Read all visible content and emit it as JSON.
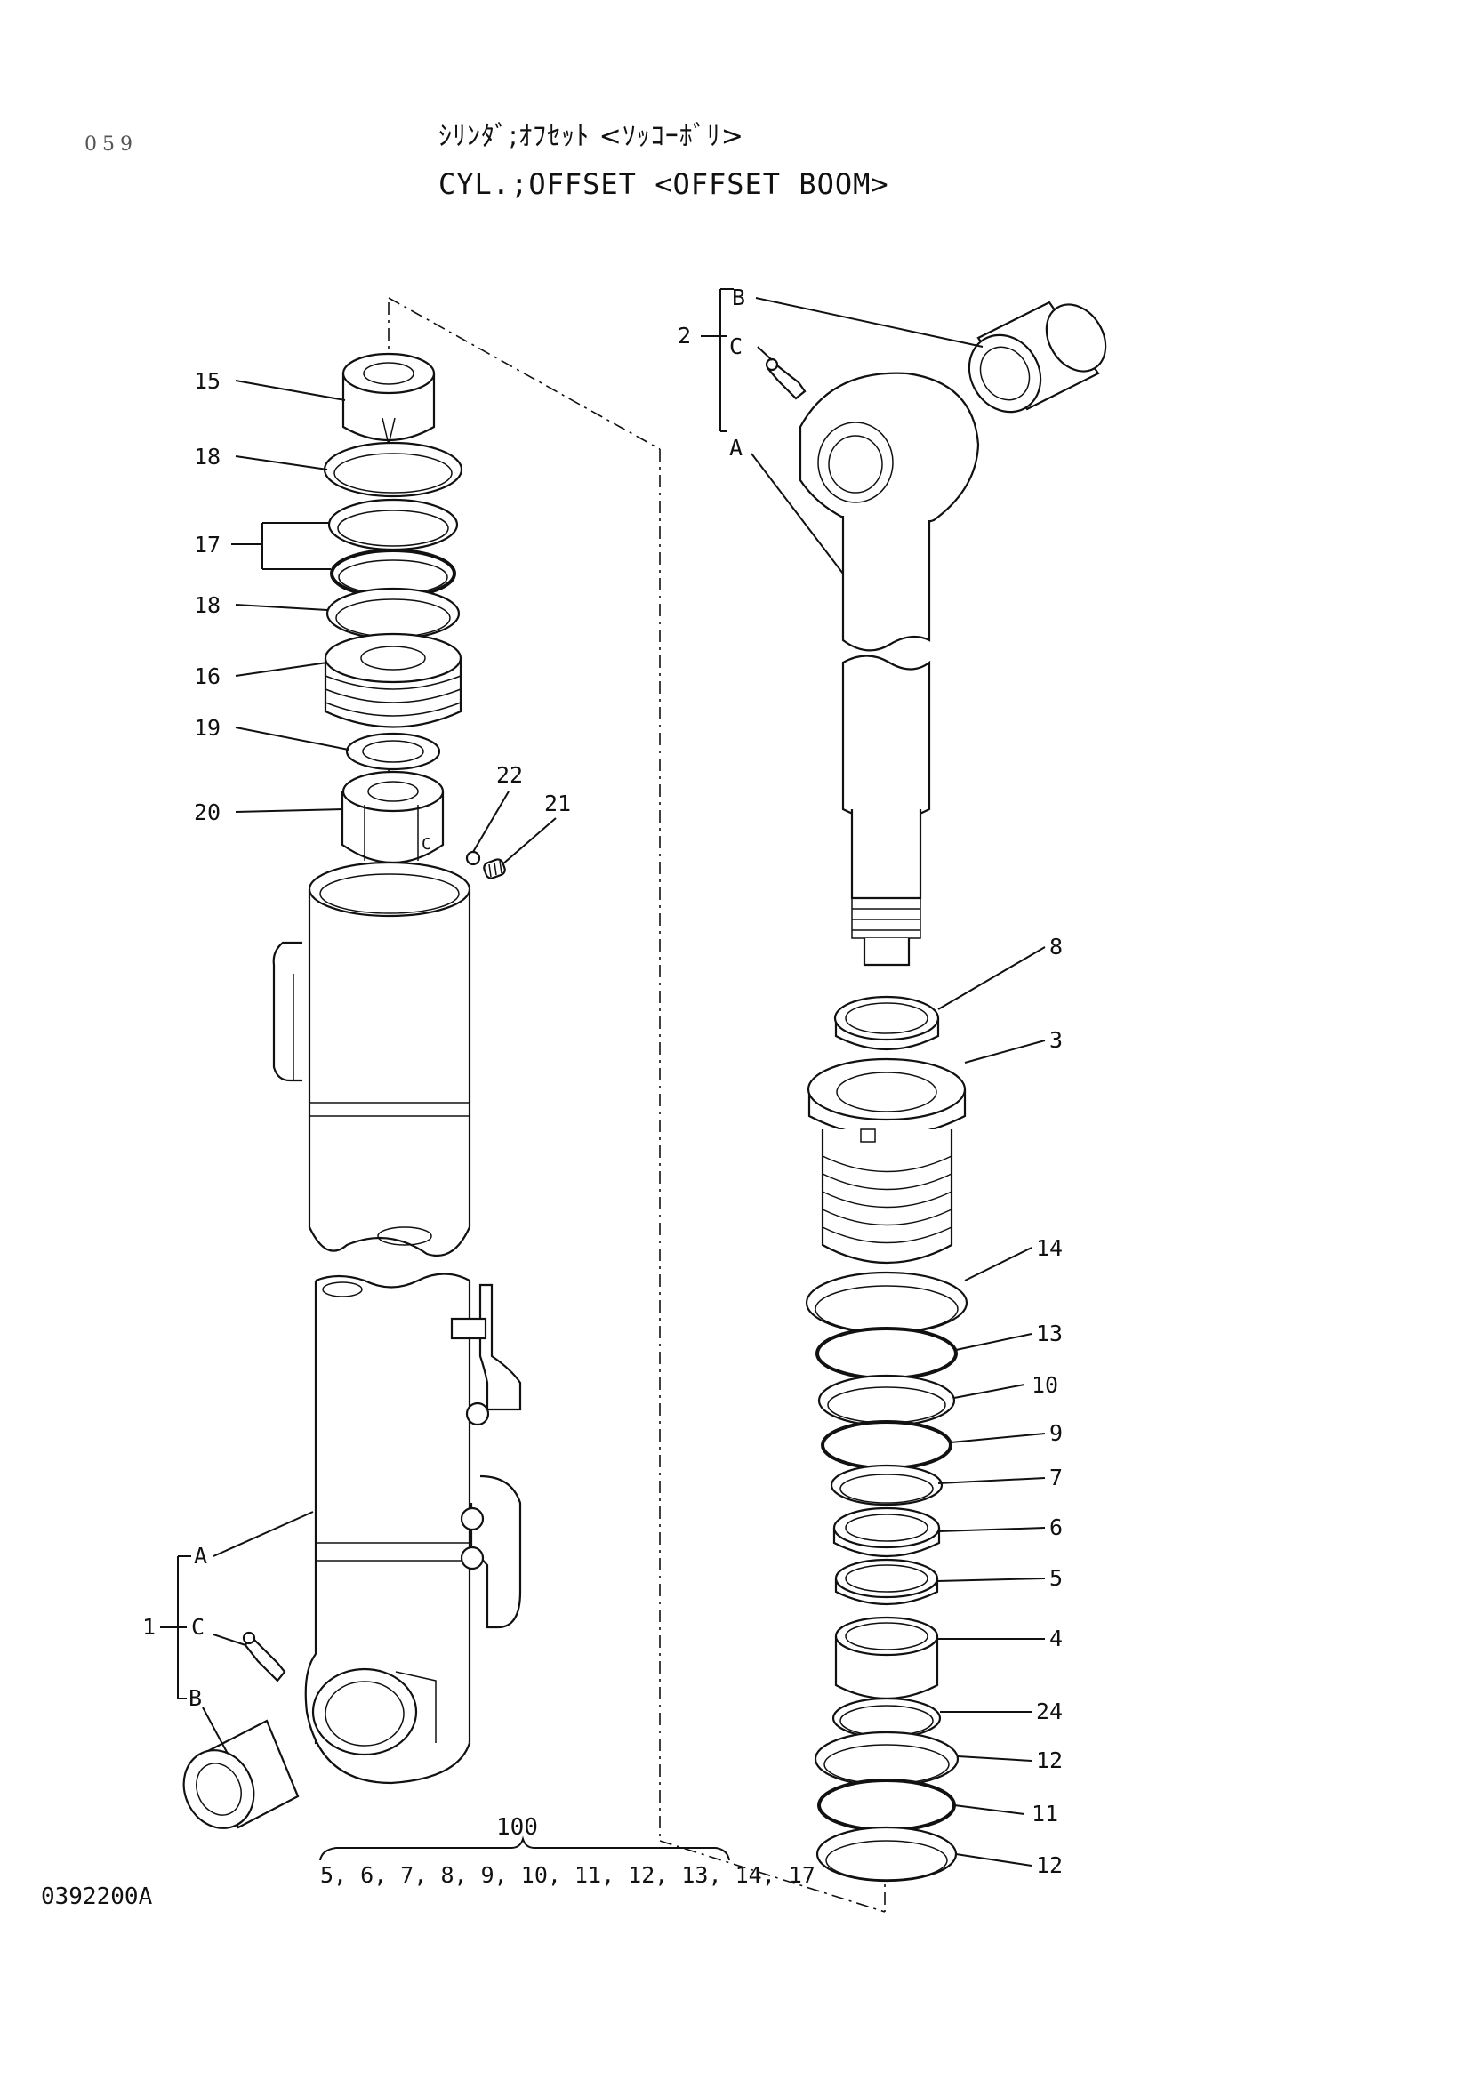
{
  "header": {
    "page_number": "059",
    "title_jp": "ｼﾘﾝﾀﾞ;ｵﾌｾｯﾄ <ｿｯｺｰﾎﾞﾘ>",
    "title_en": "CYL.;OFFSET <OFFSET BOOM>"
  },
  "footer": {
    "drawing_number": "0392200A",
    "kit_number": "100",
    "kit_contents": "5, 6, 7, 8, 9, 10, 11, 12, 13, 14, 17"
  },
  "callouts": {
    "p15": "15",
    "p18a": "18",
    "p17": "17",
    "p18b": "18",
    "p16": "16",
    "p19": "19",
    "p20": "20",
    "p22": "22",
    "p21": "21",
    "p1": "1",
    "p1a": "A",
    "p1c": "C",
    "p1b": "B",
    "p2": "2",
    "p2b": "B",
    "p2c": "C",
    "p2a": "A",
    "p8": "8",
    "p3": "3",
    "p14": "14",
    "p13": "13",
    "p10": "10",
    "p9": "9",
    "p7": "7",
    "p6": "6",
    "p5": "5",
    "p4": "4",
    "p24": "24",
    "p12a": "12",
    "p11": "11",
    "p12b": "12"
  }
}
